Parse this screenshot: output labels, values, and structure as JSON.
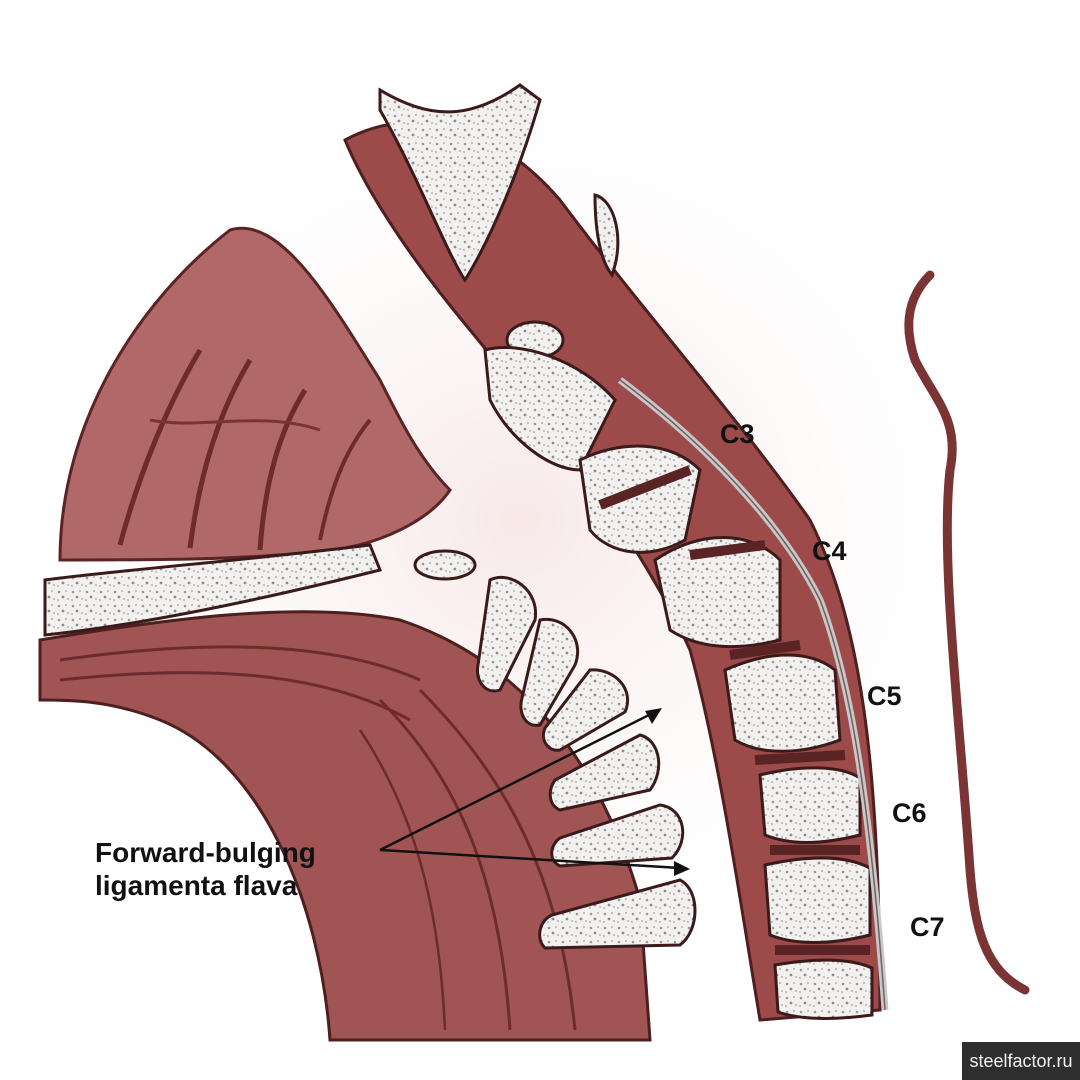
{
  "labels": {
    "c3": "C3",
    "c4": "C4",
    "c5": "C5",
    "c6": "C6",
    "c7": "C7"
  },
  "annotation": {
    "line1": "Forward-bulging",
    "line2": "ligamenta flava"
  },
  "watermark": "steelfactor.ru",
  "colors": {
    "tissue": "#9c4a4a",
    "tissue_dark": "#6e2b2b",
    "tissue_light": "#e7b7b7",
    "bone": "#f6f4f2",
    "bone_speckle": "#8a8a8a",
    "spinal_cord": "#bdbdbd",
    "outline": "#3a1a1a"
  }
}
